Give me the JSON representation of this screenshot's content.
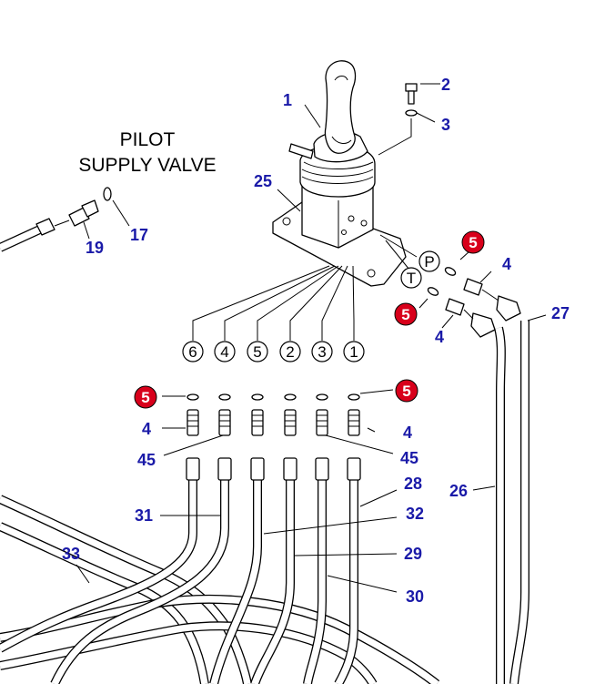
{
  "title": {
    "line1": "PILOT",
    "line2": "SUPPLY VALVE"
  },
  "ports": {
    "p": "P",
    "t": "T",
    "n6": "6",
    "n4": "4",
    "n5": "5",
    "n2": "2",
    "n3": "3",
    "n1": "1"
  },
  "labels": {
    "l1": "1",
    "l2": "2",
    "l3": "3",
    "l25": "25",
    "l17": "17",
    "l19": "19",
    "l4a": "4",
    "l27": "27",
    "l4b": "4",
    "l4c": "4",
    "l4d": "4",
    "l45a": "45",
    "l45b": "45",
    "l28": "28",
    "l26": "26",
    "l31": "31",
    "l32": "32",
    "l33": "33",
    "l29": "29",
    "l30": "30"
  },
  "callouts": {
    "c1": "5",
    "c2": "5",
    "c3": "5",
    "c4": "5"
  },
  "colors": {
    "label": "#1a1aa8",
    "callout": "#d8001b"
  }
}
